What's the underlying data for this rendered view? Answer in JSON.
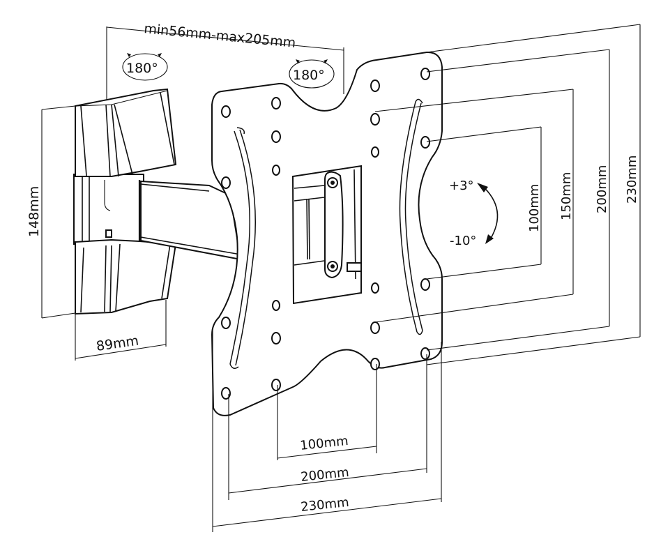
{
  "diagram": {
    "title": "TV wall mount dimension drawing",
    "stroke_color": "#111111",
    "background_color": "#ffffff",
    "arm_extension_label": "min56mm-max205mm",
    "swivel_labels": [
      "180°",
      "180°"
    ],
    "tilt": {
      "up_label": "+3°",
      "down_label": "-10°"
    },
    "wall_plate": {
      "height_label": "148mm",
      "width_label": "89mm"
    },
    "vesa_vertical_labels": [
      "100mm",
      "150mm",
      "200mm",
      "230mm"
    ],
    "vesa_horizontal_labels": [
      "100mm",
      "200mm",
      "230mm"
    ]
  }
}
